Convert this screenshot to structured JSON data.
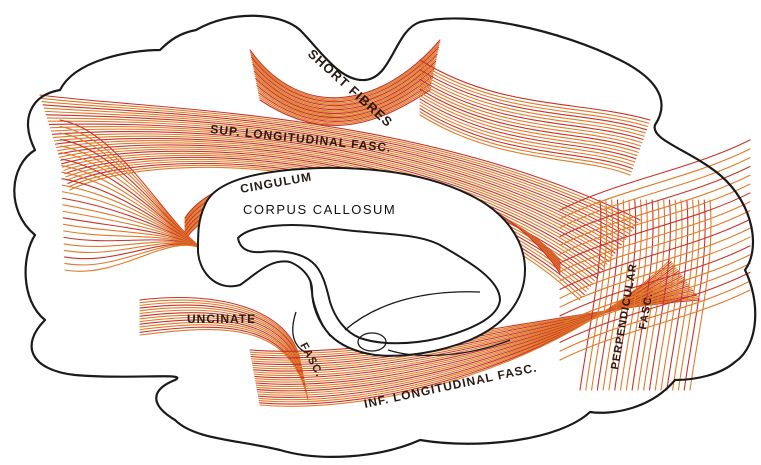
{
  "labels": {
    "short_fibres": "SHORT FIBRES",
    "sup_longitudinal": "SUP. LONGITUDINAL FASC.",
    "cingulum": "CINGULUM",
    "corpus_callosum": "CORPUS CALLOSUM",
    "uncinate": "UNCINATE",
    "fasc": "FASC.",
    "inf_longitudinal": "INF. LONGITUDINAL FASC.",
    "perpendicular": "PERPENDICULAR",
    "perpendicular_fasc": "FASC."
  },
  "colors": {
    "fibre_orange": "#e07a2a",
    "fibre_red": "#c8322a",
    "outline": "#1a1a1a",
    "label": "#2a1a14"
  }
}
